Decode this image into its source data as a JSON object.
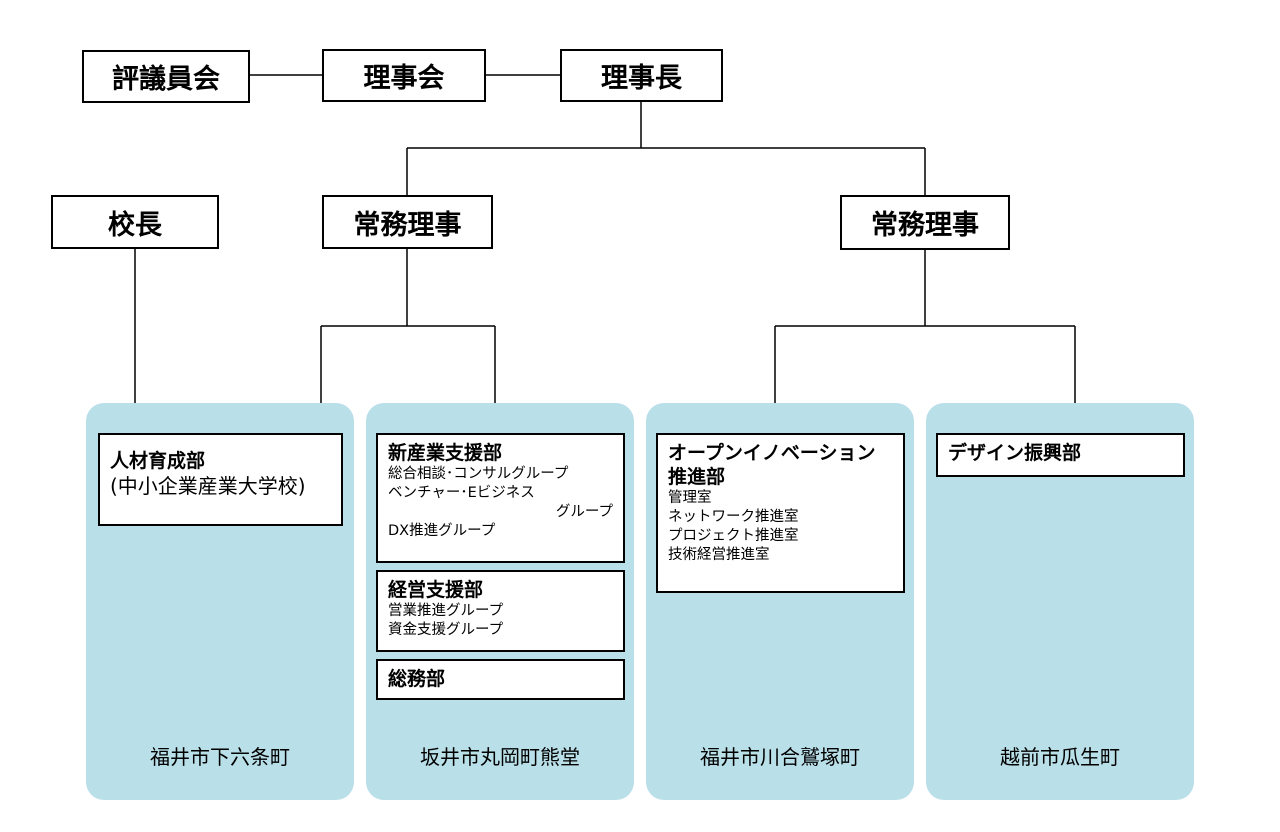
{
  "top": {
    "council": "評議員会",
    "board": "理事会",
    "chairman": "理事長"
  },
  "executives": {
    "principal": "校長",
    "director_left": "常務理事",
    "director_right": "常務理事"
  },
  "panels": [
    {
      "location": "福井市下六条町",
      "departments": [
        {
          "name": "人材育成部",
          "subname": "(中小企業産業大学校)"
        }
      ]
    },
    {
      "location": "坂井市丸岡町熊堂",
      "departments": [
        {
          "name": "新産業支援部",
          "groups": [
            "総合相談･コンサルグループ",
            "ベンチャー･Eビジネス",
            "グループ",
            "DX推進グループ"
          ]
        },
        {
          "name": "経営支援部",
          "groups": [
            "営業推進グループ",
            "資金支援グループ"
          ]
        },
        {
          "name": "総務部"
        }
      ]
    },
    {
      "location": "福井市川合鷲塚町",
      "departments": [
        {
          "name_line1": "オープンイノベーション",
          "name_line2": "推進部",
          "groups": [
            "管理室",
            "ネットワーク推進室",
            "プロジェクト推進室",
            "技術経営推進室"
          ]
        }
      ]
    },
    {
      "location": "越前市瓜生町",
      "departments": [
        {
          "name": "デザイン振興部"
        }
      ]
    }
  ]
}
